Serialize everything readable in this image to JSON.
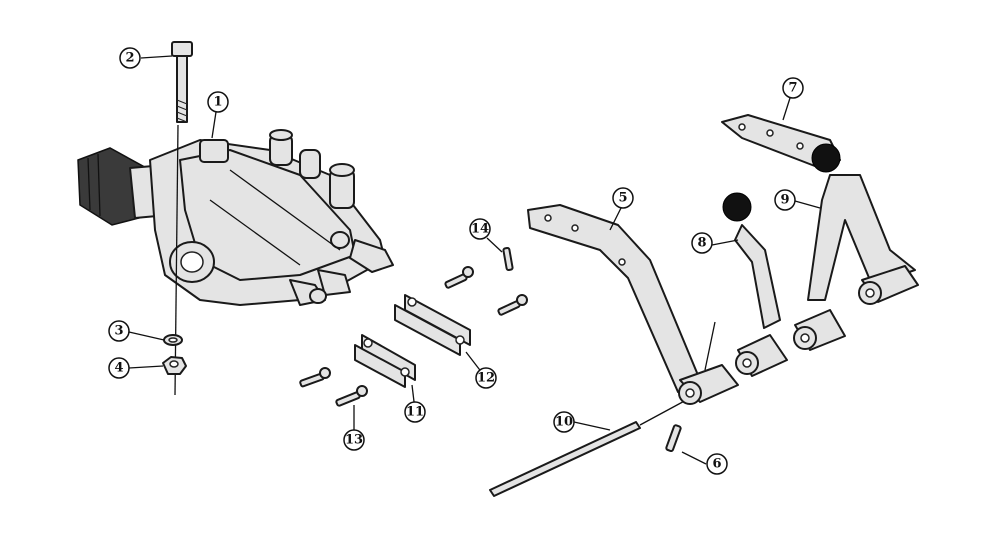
{
  "callouts": [
    {
      "id": "1",
      "label": "1"
    },
    {
      "id": "2",
      "label": "2"
    },
    {
      "id": "3",
      "label": "3"
    },
    {
      "id": "4",
      "label": "4"
    },
    {
      "id": "5",
      "label": "5"
    },
    {
      "id": "6",
      "label": "6"
    },
    {
      "id": "7",
      "label": "7"
    },
    {
      "id": "8",
      "label": "8"
    },
    {
      "id": "9",
      "label": "9"
    },
    {
      "id": "10",
      "label": "10"
    },
    {
      "id": "11",
      "label": "11"
    },
    {
      "id": "12",
      "label": "12"
    },
    {
      "id": "13",
      "label": "13"
    },
    {
      "id": "14",
      "label": "14"
    }
  ],
  "colors": {
    "ink": "#111111",
    "metal": "#e4e4e4",
    "knob": "#111111",
    "background": "#ffffff"
  }
}
